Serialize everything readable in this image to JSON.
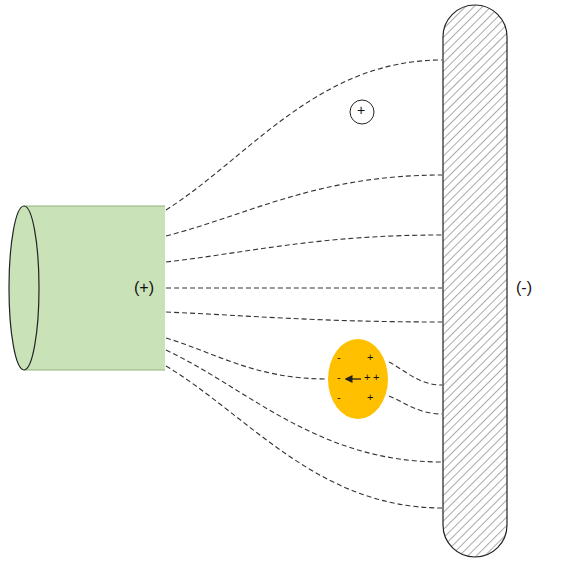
{
  "diagram": {
    "nodes": [
      {
        "text": [
          "(+)"
        ]
      },
      {
        "text": [
          "+"
        ]
      },
      {
        "text": [
          "-",
          "-",
          "-",
          "+",
          "+",
          "+",
          "+"
        ]
      },
      {
        "text": [
          "(-)"
        ]
      }
    ],
    "edges": [
      {
        "from": 0,
        "to": 3,
        "arrow": "none"
      },
      {
        "from": 0,
        "to": 3,
        "arrow": "none"
      },
      {
        "from": 0,
        "to": 3,
        "arrow": "none"
      },
      {
        "from": 0,
        "to": 3,
        "arrow": "none"
      },
      {
        "from": 0,
        "to": 3,
        "arrow": "none"
      },
      {
        "from": 0,
        "to": 2,
        "arrow": "none"
      },
      {
        "from": 2,
        "to": 3,
        "arrow": "none"
      },
      {
        "from": 2,
        "to": 3,
        "arrow": "none"
      },
      {
        "from": 0,
        "to": 3,
        "arrow": "none"
      },
      {
        "from": 0,
        "to": 3,
        "arrow": "none"
      }
    ]
  }
}
